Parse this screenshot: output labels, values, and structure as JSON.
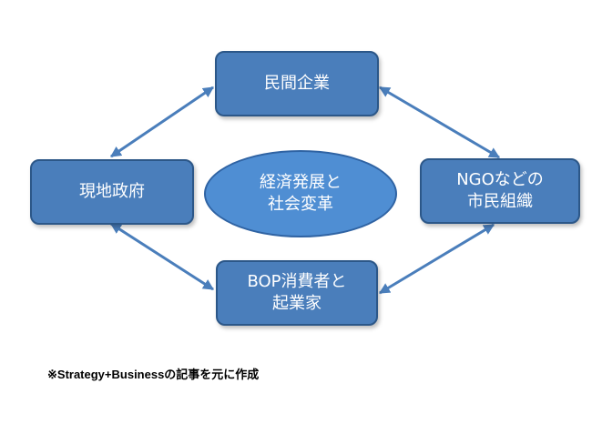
{
  "nodes": {
    "top": {
      "lines": [
        "民間企業"
      ]
    },
    "left": {
      "lines": [
        "現地政府"
      ]
    },
    "right": {
      "lines": [
        "NGOなどの",
        "市民組織"
      ]
    },
    "bottom": {
      "lines": [
        "BOP消費者と",
        "起業家"
      ]
    }
  },
  "center": {
    "lines": [
      "経済発展と",
      "社会変革"
    ]
  },
  "edges": [
    {
      "from": "left",
      "to": "top",
      "type": "bidirectional"
    },
    {
      "from": "top",
      "to": "right",
      "type": "bidirectional"
    },
    {
      "from": "right",
      "to": "bottom",
      "type": "bidirectional"
    },
    {
      "from": "bottom",
      "to": "left",
      "type": "bidirectional"
    }
  ],
  "footnote": "※Strategy+Businessの記事を元に作成",
  "colors": {
    "node_fill": "#4a7ebb",
    "node_border": "#2c5788",
    "center_fill": "#4f8ed3",
    "arrow": "#4a7ebb",
    "text": "#ffffff"
  }
}
